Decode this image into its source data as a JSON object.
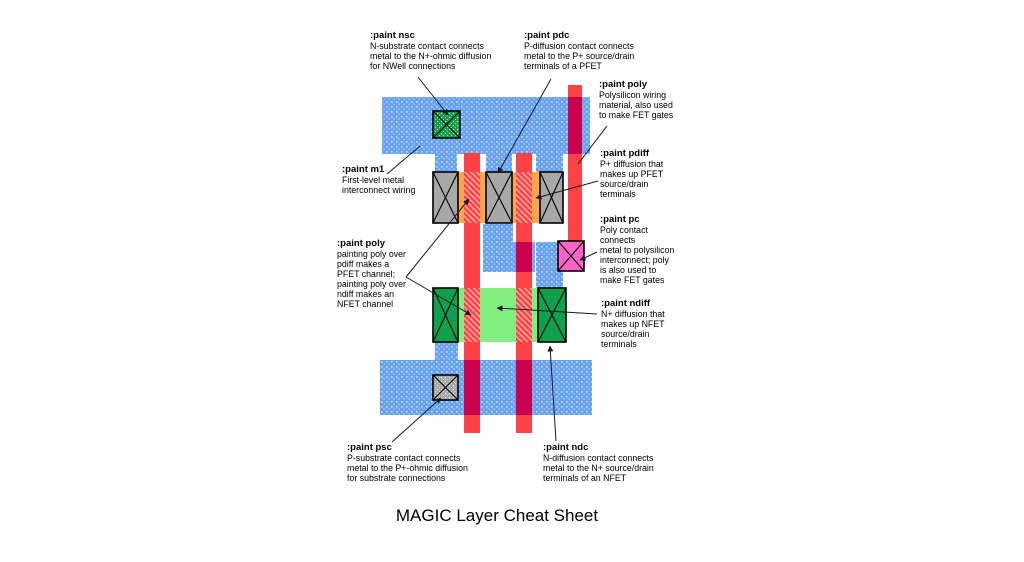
{
  "title": "MAGIC Layer Cheat Sheet",
  "labels": {
    "nsc": {
      "header": ":paint nsc",
      "body": "N-substrate contact connects\nmetal to the N+-ohmic diffusion\nfor NWell connections"
    },
    "pdc": {
      "header": ":paint pdc",
      "body": "P-diffusion contact connects\nmetal to the P+ source/drain\nterminals of a PFET"
    },
    "poly_right": {
      "header": ":paint poly",
      "body": "Polysilicon wiring\nmaterial, also used\nto make FET gates"
    },
    "pdiff": {
      "header": ":paint pdiff",
      "body": "P+ diffusion that\nmakes up PFET\nsource/drain\nterminals"
    },
    "pc": {
      "header": ":paint pc",
      "body": "Poly contact\nconnects\nmetal to polysilicon\ninterconnect; poly\nis also used to\nmake FET gates"
    },
    "ndiff": {
      "header": ":paint ndiff",
      "body": "N+ diffusion that\nmakes up NFET\nsource/drain\nterminals"
    },
    "m1": {
      "header": ":paint m1",
      "body": "First-level metal\ninterconnect wiring"
    },
    "poly_left": {
      "header": ":paint poly",
      "body": "painting poly over\npdiff makes a\nPFET channel;\npainting poly over\nndiff makes an\nNFET channel"
    },
    "psc": {
      "header": ":paint psc",
      "body": "P-substrate contact connects\nmetal to the P+-ohmic diffusion\nfor substrate connections"
    },
    "ndc": {
      "header": ":paint ndc",
      "body": "N-diffusion contact connects\nmetal to the N+ source/drain\nterminals of an NFET"
    }
  },
  "colors": {
    "m1_metal": "#66a1f2",
    "m1_stipple": "#cfe2ff",
    "poly": "#ff4245",
    "poly_over_m1": "#c9004e",
    "poly_hatch_light": "#ffb3ac",
    "pdiff": "#ffa648",
    "ndiff": "#82ee82",
    "ndc_contact": "#0ea04c",
    "pdc_contact": "#a8a8a8",
    "pc_contact": "#ff63c8",
    "annotation_line": "#1a1a1a",
    "background": "#ffffff"
  }
}
